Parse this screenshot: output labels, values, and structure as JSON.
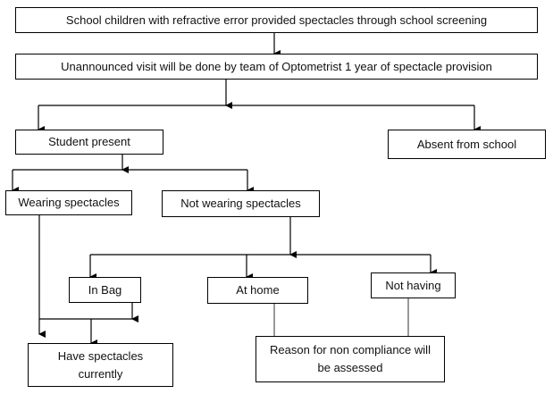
{
  "nodes": {
    "screening": "School children with refractive error provided spectacles through school screening",
    "visit": "Unannounced visit will be done by team of Optometrist 1 year of spectacle provision",
    "present": "Student present",
    "absent": "Absent from school",
    "wearing": "Wearing spectacles",
    "not_wearing": "Not wearing spectacles",
    "in_bag": "In Bag",
    "at_home": "At home",
    "not_having": "Not having",
    "have_spectacles": "Have spectacles currently",
    "reason": "Reason for non compliance will be assessed"
  }
}
